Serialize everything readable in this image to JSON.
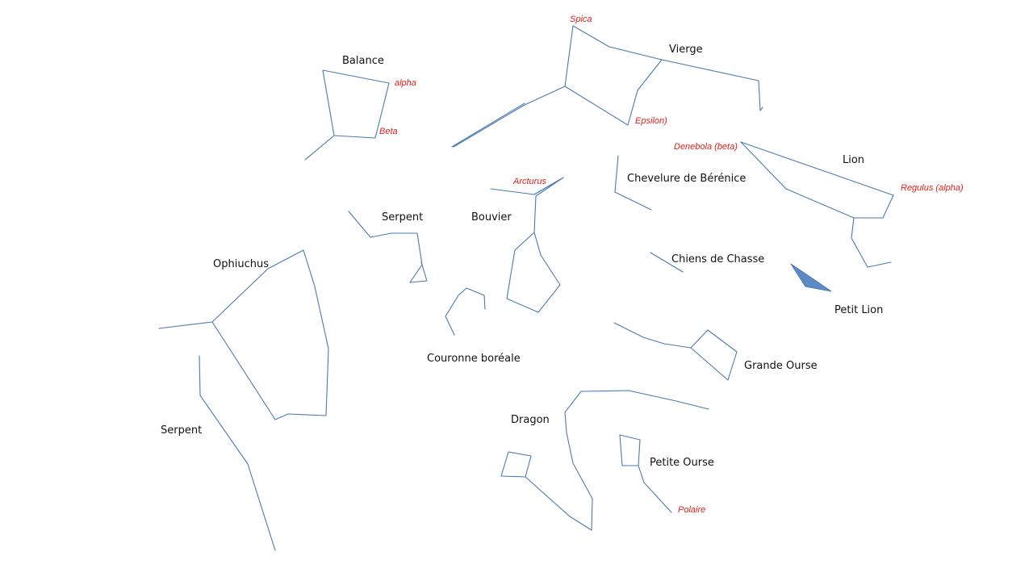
{
  "colors": {
    "line": "#4a7ab5",
    "fill": "#5b8ac4",
    "constellation_label": "#111111",
    "star_label": "#e0201c"
  },
  "constellations": {
    "balance": "Balance",
    "vierge": "Vierge",
    "lion": "Lion",
    "chevelure": "Chevelure de Bérénice",
    "serpent_upper": "Serpent",
    "bouvier": "Bouvier",
    "ophiuchus": "Ophiuchus",
    "chiens": "Chiens de Chasse",
    "petit_lion": "Petit Lion",
    "couronne": "Couronne boréale",
    "grande_ourse": "Grande Ourse",
    "dragon": "Dragon",
    "serpent_lower": "Serpent",
    "petite_ourse": "Petite Ourse"
  },
  "stars": {
    "spica": "Spica",
    "alpha": "alpha",
    "beta": "Beta",
    "epsilon": "Epsilon)",
    "denebola": "Denebola (beta)",
    "regulus": "Regulus (alpha)",
    "arcturus": "Arcturus",
    "polaire": "Polaire"
  }
}
